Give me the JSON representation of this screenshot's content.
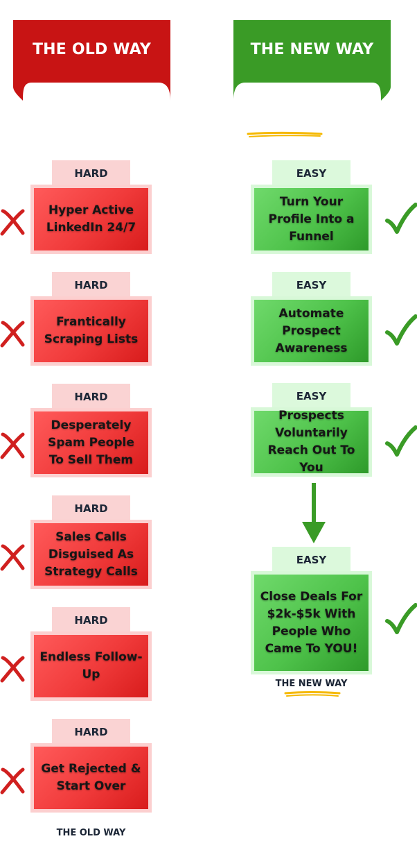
{
  "banners": {
    "old": {
      "label": "THE OLD WAY",
      "color": "#c81414"
    },
    "new": {
      "label": "THE NEW WAY",
      "color": "#3a9b26"
    }
  },
  "old_way": {
    "items": [
      {
        "tag": "HARD",
        "text": "Hyper Active LinkedIn 24/7",
        "mark": "x-mark-icon"
      },
      {
        "tag": "HARD",
        "text": "Frantically Scraping Lists",
        "mark": "x-mark-icon"
      },
      {
        "tag": "HARD",
        "text": "Desperately Spam People To Sell Them",
        "mark": "x-mark-icon"
      },
      {
        "tag": "HARD",
        "text": "Sales Calls Disguised As Strategy Calls",
        "mark": "x-mark-icon"
      },
      {
        "tag": "HARD",
        "text": "Endless Follow-Up",
        "mark": "x-mark-icon"
      },
      {
        "tag": "HARD",
        "text": "Get Rejected & Start Over",
        "mark": "x-mark-icon"
      }
    ],
    "footer": "THE OLD WAY"
  },
  "new_way": {
    "items": [
      {
        "tag": "EASY",
        "text": "Turn Your Profile Into a Funnel",
        "mark": "checkmark-icon"
      },
      {
        "tag": "EASY",
        "text": "Automate Prospect Awareness",
        "mark": "checkmark-icon"
      },
      {
        "tag": "EASY",
        "text": "Prospects Voluntarily Reach Out To You",
        "mark": "checkmark-icon"
      },
      {
        "tag": "EASY",
        "text": "Close Deals For $2k-$5k With People Who Came To YOU!",
        "mark": "checkmark-icon"
      }
    ],
    "footer": "THE NEW WAY"
  },
  "colors": {
    "x_mark": "#d0201f",
    "check": "#3a9b26",
    "squiggle": "#f5b800",
    "arrow": "#3a9b26"
  }
}
